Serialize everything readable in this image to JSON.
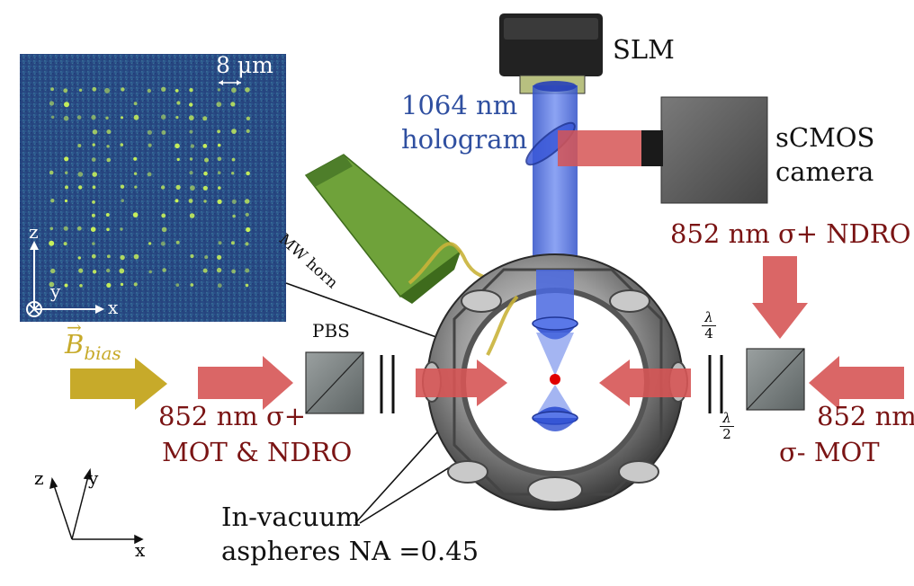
{
  "labels": {
    "slm": "SLM",
    "hologram_line1": "1064 nm",
    "hologram_line2": "hologram",
    "camera_line1": "sCMOS",
    "camera_line2": "camera",
    "ndro_beam": "852 nm σ+ NDRO",
    "mw_horn": "MW horn",
    "pbs": "PBS",
    "bias": "B",
    "bias_sub": "bias",
    "mot_left_line1": "852 nm σ+",
    "mot_left_line2": "MOT & NDRO",
    "mot_right_line1": "852 nm",
    "mot_right_line2": "σ- MOT",
    "quarter_wave_num": "λ",
    "quarter_wave_den": "4",
    "half_wave_num": "λ",
    "half_wave_den": "2",
    "aspheres_line1": "In-vacuum",
    "aspheres_line2": "aspheres NA =0.45",
    "scale_bar": "8 μm",
    "inset_axis_z": "z",
    "inset_axis_x": "x",
    "inset_axis_y": "y",
    "lab_axis_z": "z",
    "lab_axis_y": "y",
    "lab_axis_x": "x"
  },
  "colors": {
    "beam_red": "#d65555",
    "beam_blue": "#3557d6",
    "bias_yellow": "#c7aa2a",
    "horn_green": "#6fa23a",
    "label_red": "#7a1414",
    "label_blue": "#2f4fa0",
    "inset_bg": "#2a4f86",
    "atom_spot": "#c9f25a"
  }
}
